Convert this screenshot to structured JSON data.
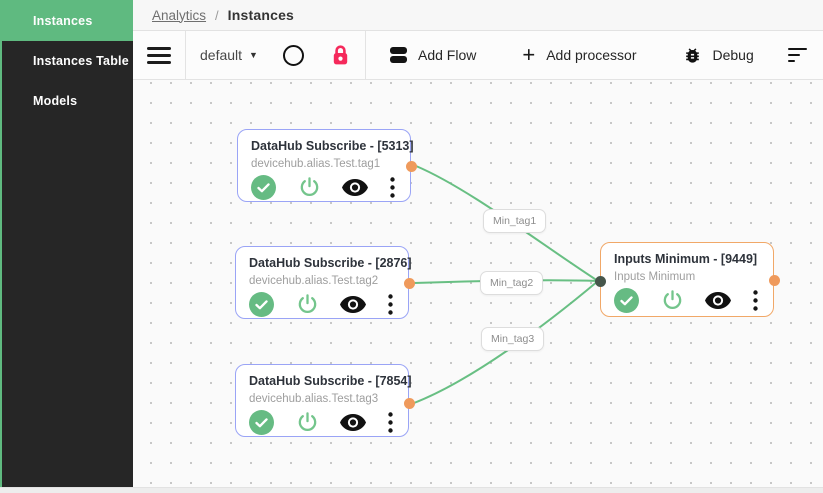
{
  "sidebar": {
    "items": [
      {
        "label": "Instances",
        "active": true
      },
      {
        "label": "Instances Table",
        "active": false
      },
      {
        "label": "Models",
        "active": false
      }
    ]
  },
  "breadcrumb": {
    "link": "Analytics",
    "separator": "/",
    "current": "Instances"
  },
  "toolbar": {
    "flow_selector": {
      "value": "default",
      "caret": "▼"
    },
    "add_flow_label": "Add Flow",
    "add_processor_plus": "+",
    "add_processor_label": "Add processor",
    "debug_label": "Debug"
  },
  "nodes": [
    {
      "title": "DataHub Subscribe - [5313]",
      "subtitle": "devicehub.alias.Test.tag1",
      "accent": "#9aa4f6"
    },
    {
      "title": "DataHub Subscribe - [2876]",
      "subtitle": "devicehub.alias.Test.tag2",
      "accent": "#9aa4f6"
    },
    {
      "title": "DataHub Subscribe - [7854]",
      "subtitle": "devicehub.alias.Test.tag3",
      "accent": "#9aa4f6"
    },
    {
      "title": "Inputs Minimum - [9449]",
      "subtitle": "Inputs Minimum",
      "accent": "#f1a868"
    }
  ],
  "edges": [
    {
      "label": "Min_tag1"
    },
    {
      "label": "Min_tag2"
    },
    {
      "label": "Min_tag3"
    }
  ],
  "icons": {
    "menu": "hamburger-icon",
    "flow_state": "circle-outline-icon",
    "lock": "lock-icon",
    "add_flow": "stacked-bars-icon",
    "add_processor": "plus-icon",
    "debug": "bug-icon",
    "filter": "filter-lines-icon",
    "node_status": "check-circle-icon",
    "node_power": "power-icon",
    "node_visibility": "eye-icon",
    "node_menu": "kebab-menu-icon",
    "connector_out": "orange-port-dot",
    "connector_in": "dark-port-dot"
  },
  "colors": {
    "sidebar_active": "#5fba80",
    "sidebar_bg": "#262626",
    "edge_green": "#68bf83",
    "connector_out": "#ef9a5c",
    "connector_in": "#46564b",
    "lock_pink": "#f5295b",
    "node_border_blue": "#9aa4f6",
    "node_border_orange": "#f1a868",
    "status_green": "#66bb83"
  }
}
